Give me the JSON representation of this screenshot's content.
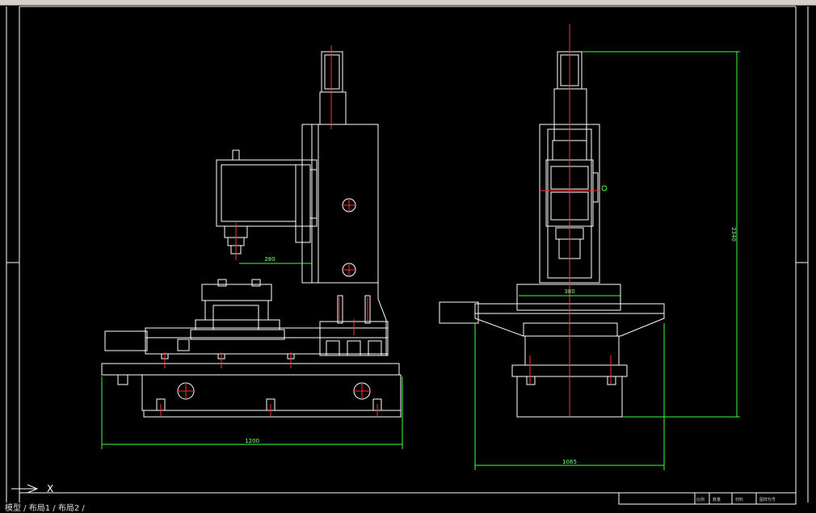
{
  "window": {
    "title_bar_visible": true
  },
  "dimensions": {
    "spindle_reach": "280",
    "base_width_front": "1200",
    "table_width_side": "380",
    "overall_height": "2340",
    "base_width_side": "1065"
  },
  "ucs": {
    "x_label": "X"
  },
  "layout_tabs": {
    "label": "模型 / 布局1 / 布局2 /"
  },
  "title_block": {
    "cells": [
      "比例",
      "数量",
      "材料",
      "图样代号"
    ]
  },
  "colors": {
    "background": "#000000",
    "geometry": "#ffffff",
    "centerline": "#ff3030",
    "dimension": "#40ff40"
  }
}
